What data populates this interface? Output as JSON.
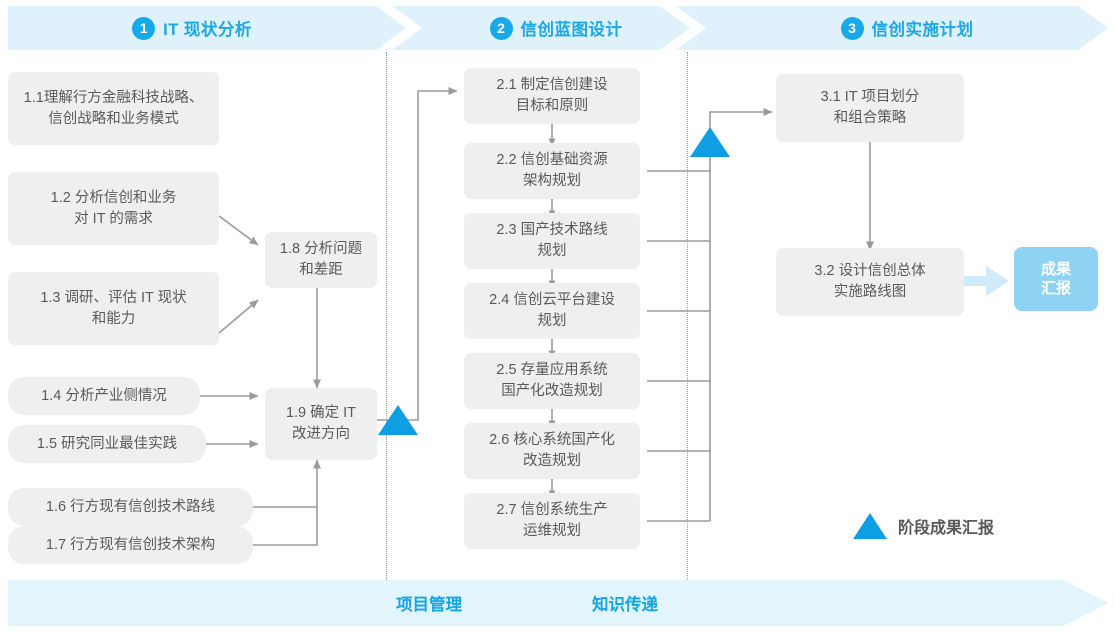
{
  "phases": [
    {
      "num": "1",
      "title": "IT 现状分析"
    },
    {
      "num": "2",
      "title": "信创蓝图设计"
    },
    {
      "num": "3",
      "title": "信创实施计划"
    }
  ],
  "nodes": {
    "n11": "1.1理解行方金融科技战略、\n信创战略和业务模式",
    "n12": "1.2 分析信创和业务\n对 IT 的需求",
    "n13": "1.3 调研、评估 IT 现状\n和能力",
    "n14": "1.4 分析产业侧情况",
    "n15": "1.5 研究同业最佳实践",
    "n16": "1.6 行方现有信创技术路线",
    "n17": "1.7 行方现有信创技术架构",
    "n18": "1.8 分析问题\n和差距",
    "n19": "1.9 确定 IT\n改进方向",
    "n21": "2.1 制定信创建设\n目标和原则",
    "n22": "2.2 信创基础资源\n架构规划",
    "n23": "2.3 国产技术路线\n规划",
    "n24": "2.4 信创云平台建设\n规划",
    "n25": "2.5 存量应用系统\n国产化改造规划",
    "n26": "2.6 核心系统国产化\n改造规划",
    "n27": "2.7 信创系统生产\n运维规划",
    "n31": "3.1 IT 项目划分\n和组合策略",
    "n32": "3.2 设计信创总体\n实施路线图",
    "result": "成果\n汇报"
  },
  "legend": {
    "milestone_label": "阶段成果汇报",
    "milestone_icon": "triangle-up-icon"
  },
  "bottom": {
    "track_1": "项目管理",
    "track_2": "知识传递"
  },
  "colors": {
    "accent_blue": "#17a9e8",
    "band_blue": "#dff1fb",
    "bottom_band_blue": "#e2f4fc",
    "node_grey": "#efefef",
    "node_text": "#5a5a5c",
    "result_blue": "#8ed3f4",
    "connector_grey": "#9b9b9b",
    "divider_blue": "#45b6e6"
  }
}
